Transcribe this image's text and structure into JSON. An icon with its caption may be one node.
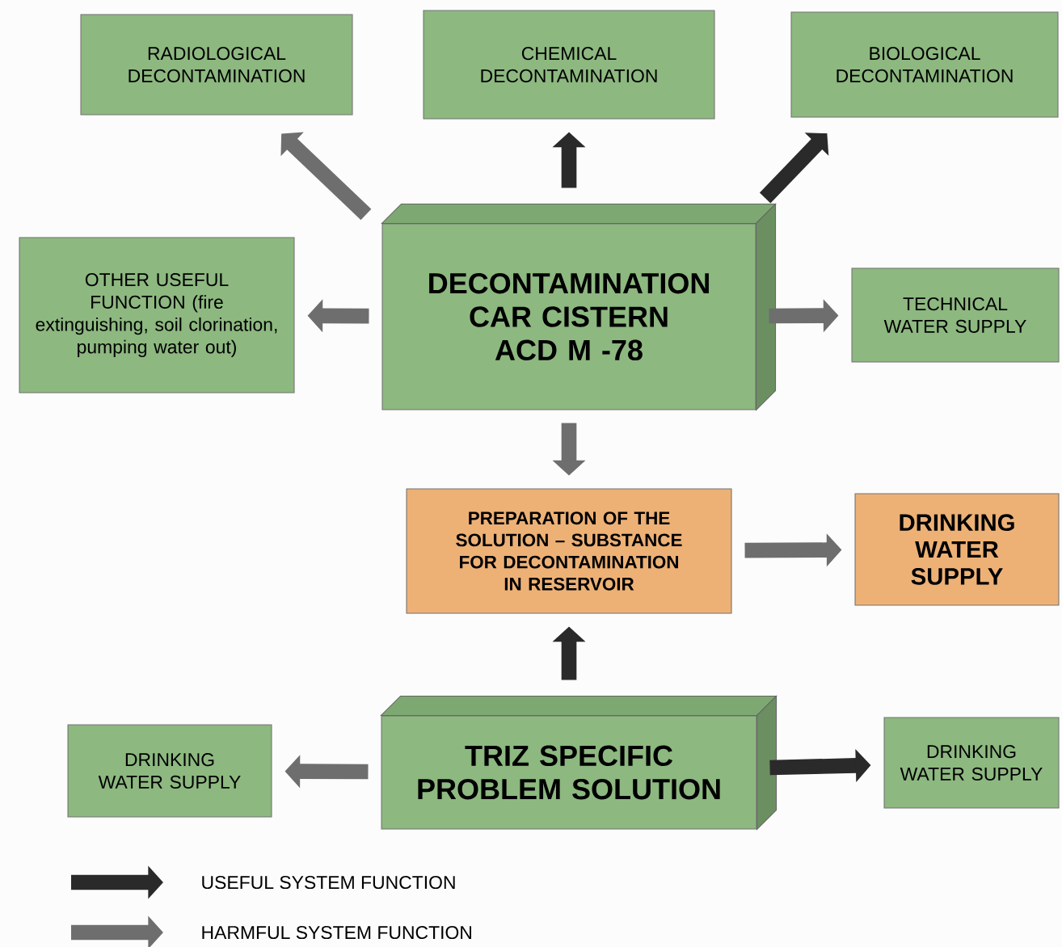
{
  "diagram": {
    "nodes": [
      {
        "text": [
          "RADIOLOGICAL DECONTAMINATION"
        ]
      },
      {
        "text": [
          "CHEMICAL DECONTAMINATION"
        ]
      },
      {
        "text": [
          "BIOLOGICAL DECONTAMINATION"
        ]
      },
      {
        "text": [
          "OTHER USEFUL FUNCTION (fire extinguishing, soil clorination, pumping water out)"
        ]
      },
      {
        "text": [
          "DECONTAMINATION CAR CISTERN ACD M -78"
        ]
      },
      {
        "text": [
          "TECHNICAL WATER SUPPLY"
        ]
      },
      {
        "text": [
          "PREPARATION OF THE SOLUTION – SUBSTANCE FOR DECONTAMINATION IN RESERVOIR"
        ]
      },
      {
        "text": [
          "DRINKING WATER SUPPLY"
        ]
      },
      {
        "text": [
          "DRINKING WATER SUPPLY"
        ]
      },
      {
        "text": [
          "TRIZ SPECIFIC PROBLEM SOLUTION"
        ]
      },
      {
        "text": [
          "DRINKING WATER SUPPLY"
        ]
      }
    ],
    "edges": [
      {
        "from": 4,
        "to": 0,
        "arrow": "to"
      },
      {
        "from": 4,
        "to": 1,
        "arrow": "to",
        "color": "#2a2a2a"
      },
      {
        "from": 4,
        "to": 2,
        "arrow": "to",
        "color": "#2a2a2a"
      },
      {
        "from": 4,
        "to": 3,
        "arrow": "to"
      },
      {
        "from": 4,
        "to": 5,
        "arrow": "to"
      },
      {
        "from": 4,
        "to": 6,
        "arrow": "to"
      },
      {
        "from": 6,
        "to": 7,
        "arrow": "to"
      },
      {
        "from": 9,
        "to": 6,
        "arrow": "to",
        "color": "#2a2a2a"
      },
      {
        "from": 9,
        "to": 8,
        "arrow": "to"
      },
      {
        "from": 9,
        "to": 10,
        "arrow": "to",
        "color": "#2a2a2a"
      }
    ],
    "legend": [
      {
        "text": "USEFUL SYSTEM FUNCTION"
      },
      {
        "text": "HARMFUL SYSTEM FUNCTION"
      }
    ]
  }
}
